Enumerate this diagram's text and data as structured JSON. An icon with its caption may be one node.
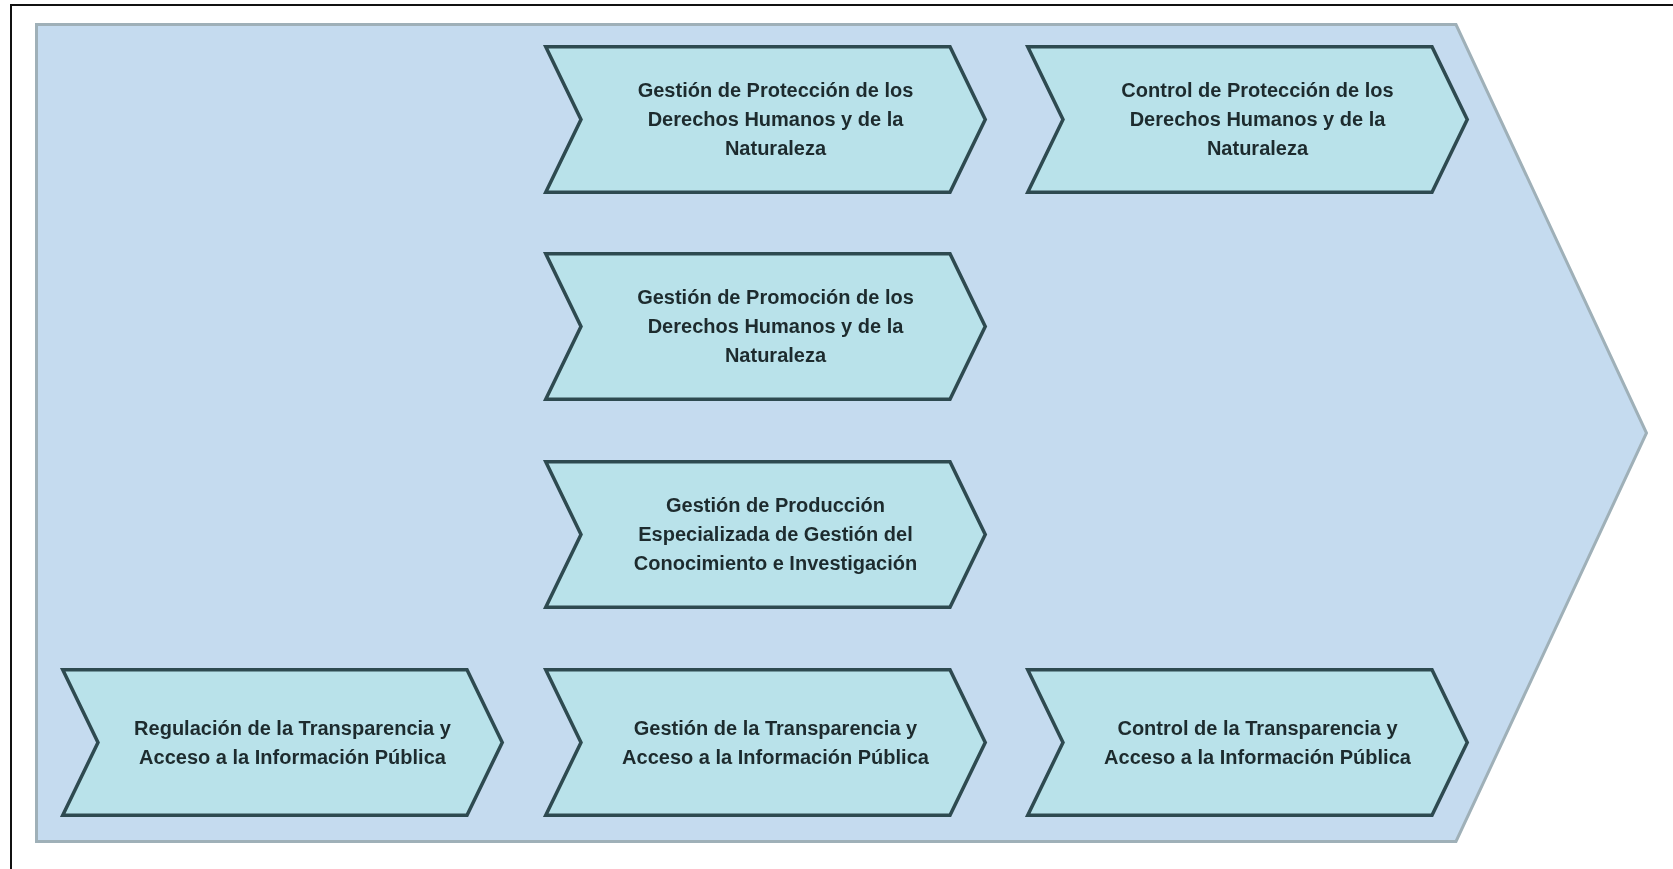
{
  "diagram": {
    "nodes": [
      {
        "text": [],
        "shape": "chevron"
      },
      {
        "text": [
          "Gestión de Protección de los Derechos Humanos y de la Naturaleza"
        ],
        "in": 0
      },
      {
        "text": [
          "Control de Protección de los Derechos Humanos y de la Naturaleza"
        ],
        "in": 0
      },
      {
        "text": [
          "Gestión de Promoción de los Derechos Humanos y de la Naturaleza"
        ],
        "in": 0
      },
      {
        "text": [
          "Gestión de Producción Especializada de Gestión del Conocimiento e Investigación"
        ],
        "in": 0
      },
      {
        "text": [
          "Regulación de la Transparencia y Acceso a la Información Pública"
        ],
        "in": 0
      },
      {
        "text": [
          "Gestión de la Transparencia y Acceso a la Información Pública"
        ],
        "in": 0
      },
      {
        "text": [
          "Control de la Transparencia y Acceso a la Información Pública"
        ],
        "in": 0
      }
    ]
  }
}
